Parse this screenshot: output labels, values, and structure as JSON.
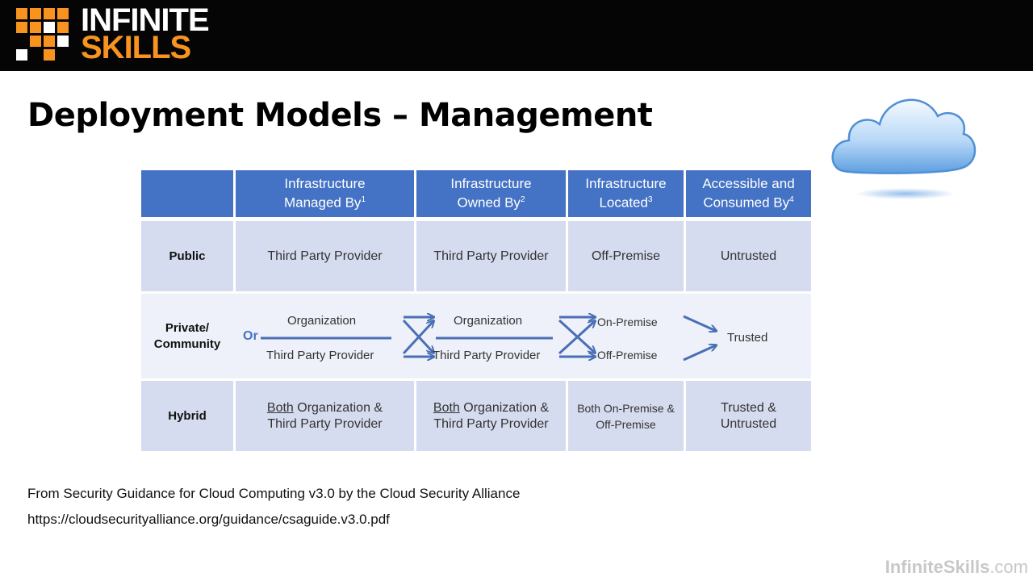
{
  "logo": {
    "line1": "INFINITE",
    "line2": "SKILLS"
  },
  "title": "Deployment Models – Management",
  "table": {
    "headers": [
      {
        "line1": "Infrastructure",
        "line2": "Managed By",
        "sup": "1"
      },
      {
        "line1": "Infrastructure",
        "line2": "Owned By",
        "sup": "2"
      },
      {
        "line1": "Infrastructure",
        "line2": "Located",
        "sup": "3"
      },
      {
        "line1": "Accessible and",
        "line2": "Consumed By",
        "sup": "4"
      }
    ],
    "public": {
      "label": "Public",
      "managed": "Third Party Provider",
      "owned": "Third Party Provider",
      "located": "Off-Premise",
      "consumed": "Untrusted"
    },
    "private": {
      "label_line1": "Private/",
      "label_line2": "Community",
      "or": "Or",
      "managed_a": "Organization",
      "managed_b": "Third Party Provider",
      "owned_a": "Organization",
      "owned_b": "Third Party Provider",
      "located_a": "On-Premise",
      "located_b": "Off-Premise",
      "consumed": "Trusted"
    },
    "hybrid": {
      "label": "Hybrid",
      "managed_both": "Both",
      "managed_rest1": " Organization &",
      "managed_line2": "Third Party Provider",
      "owned_both": "Both",
      "owned_rest1": " Organization &",
      "owned_line2": "Third Party Provider",
      "located_line1": "Both On-Premise &",
      "located_line2": "Off-Premise",
      "consumed_line1": "Trusted &",
      "consumed_line2": "Untrusted"
    }
  },
  "source": {
    "line1": "From Security Guidance for Cloud Computing v3.0 by the Cloud Security Alliance",
    "line2": "https://cloudsecurityalliance.org/guidance/csaguide.v3.0.pdf"
  },
  "watermark": {
    "brand": "InfiniteSkills",
    "suffix": ".com"
  },
  "colors": {
    "header_blue": "#4472c4",
    "row_dark": "#d6dcef",
    "row_light": "#eef1f9",
    "logo_orange": "#f7931e"
  }
}
